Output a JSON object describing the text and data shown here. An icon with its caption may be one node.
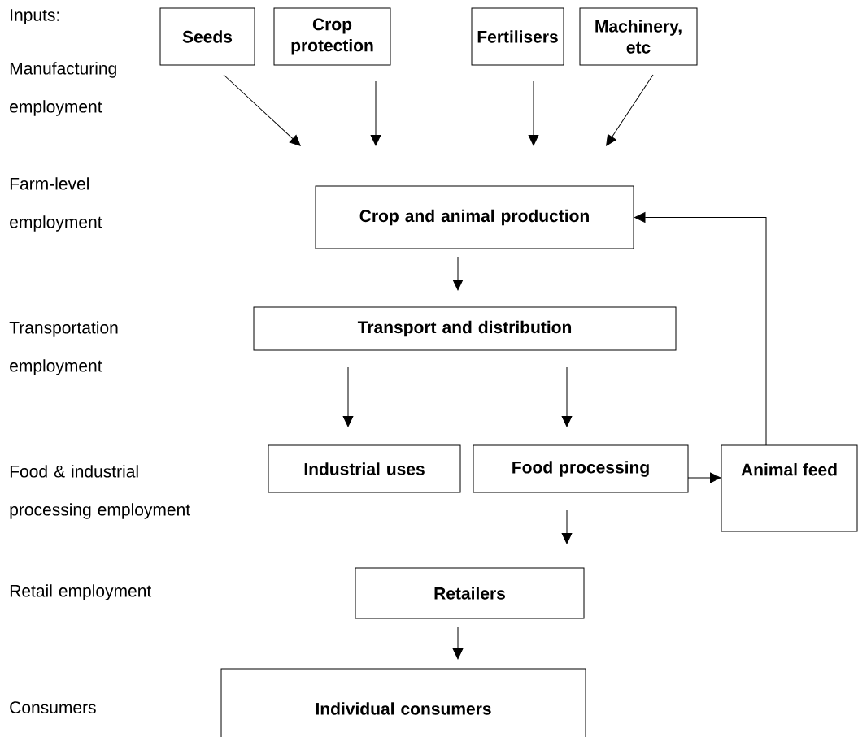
{
  "diagram": {
    "nodes": [
      {
        "text": [
          "Seeds"
        ]
      },
      {
        "text": [
          "Crop protection"
        ]
      },
      {
        "text": [
          "Fertilisers"
        ]
      },
      {
        "text": [
          "Machinery, etc"
        ]
      },
      {
        "text": [
          "Crop and animal production"
        ]
      },
      {
        "text": [
          "Transport and distribution"
        ]
      },
      {
        "text": [
          "Industrial uses"
        ]
      },
      {
        "text": [
          "Food processing"
        ]
      },
      {
        "text": [
          "Animal feed"
        ]
      },
      {
        "text": [
          "Retailers"
        ]
      },
      {
        "text": [
          "Individual consumers"
        ]
      }
    ],
    "edges": [
      {
        "from": 0,
        "to": 4,
        "arrow": "to"
      },
      {
        "from": 1,
        "to": 4,
        "arrow": "to"
      },
      {
        "from": 2,
        "to": 4,
        "arrow": "to"
      },
      {
        "from": 3,
        "to": 4,
        "arrow": "to"
      },
      {
        "from": 4,
        "to": 5,
        "arrow": "to"
      },
      {
        "from": 5,
        "to": 6,
        "arrow": "to"
      },
      {
        "from": 5,
        "to": 7,
        "arrow": "to"
      },
      {
        "from": 7,
        "to": 8,
        "arrow": "to"
      },
      {
        "from": 8,
        "to": 4,
        "arrow": "to"
      },
      {
        "from": 7,
        "to": 9,
        "arrow": "to"
      },
      {
        "from": 9,
        "to": 10,
        "arrow": "to"
      }
    ],
    "labels": [
      "Inputs:",
      "Manufacturing employment",
      "Farm-level employment",
      "Transportation employment",
      "Food & industrial processing employment",
      "Retail employment",
      "Consumers"
    ]
  }
}
